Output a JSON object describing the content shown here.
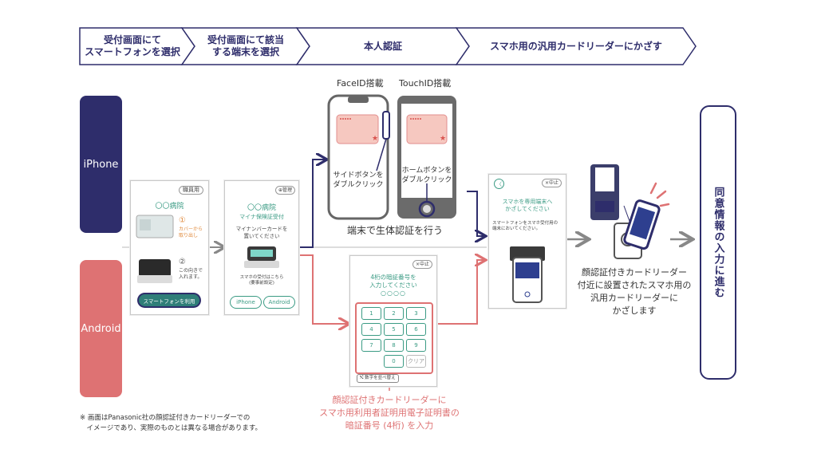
{
  "steps": [
    {
      "label": "受付画面にて\nスマートフォンを選択"
    },
    {
      "label": "受付画面にて該当\nする端末を選択"
    },
    {
      "label": "本人認証"
    },
    {
      "label": "スマホ用の汎用カードリーダーにかざす"
    }
  ],
  "lanes": {
    "iphone": "iPhone",
    "android": "Android"
  },
  "screen1": {
    "tag": "職員用",
    "title": "〇〇病院",
    "step1_num": "①",
    "step1_text": "カバーから\n取り出し",
    "step2_num": "②",
    "step2_text": "この向きで\n入れます。",
    "button": "スマートフォンを利用"
  },
  "screen2": {
    "tag": "⊕管理",
    "title": "〇〇病院",
    "subtitle": "マイナ保険証受付",
    "instruction": "マイナンバーカードを\n置いてください",
    "note": "スマホの受付はこちら\n(要事前設定)",
    "btn_iphone": "iPhone",
    "btn_android": "Android"
  },
  "faceid": {
    "label": "FaceID搭載",
    "caption": "サイドボタンを\nダブルクリック"
  },
  "touchid": {
    "label": "TouchID搭載",
    "caption": "ホームボタンを\nダブルクリック"
  },
  "bio_caption": "端末で生体認証を行う",
  "pin_screen": {
    "cancel": "×中止",
    "title": "4桁の暗証番号を\n入力してください",
    "dots": "○○○○",
    "keys": [
      "1",
      "2",
      "3",
      "4",
      "5",
      "6",
      "7",
      "8",
      "9",
      "0",
      "クリア"
    ],
    "shuffle": "⤭ 数字を並べ替え"
  },
  "pin_caption": "顔認証付きカードリーダーに\nスマホ用利用者証明用電子証明書の\n暗証番号 (4桁) を入力",
  "reader_screen": {
    "back": "〈",
    "cancel": "×中止",
    "title": "スマホを専用端末へ\nかざしてください",
    "text": "スマートフォンをスマホ受付用の\n端末においてください。"
  },
  "hold_caption": "顔認証付きカードリーダー\n付近に設置されたスマホ用の\n汎用カードリーダーに\nかざします",
  "final": "同意情報の入力に進む",
  "footnote": "※ 画面はPanasonic社の顔認証付きカードリーダーでの\n　イメージであり、実際のものとは異なる場合があります。",
  "colors": {
    "navy": "#2e2d6b",
    "coral": "#de7273",
    "green": "#3b9b84"
  }
}
